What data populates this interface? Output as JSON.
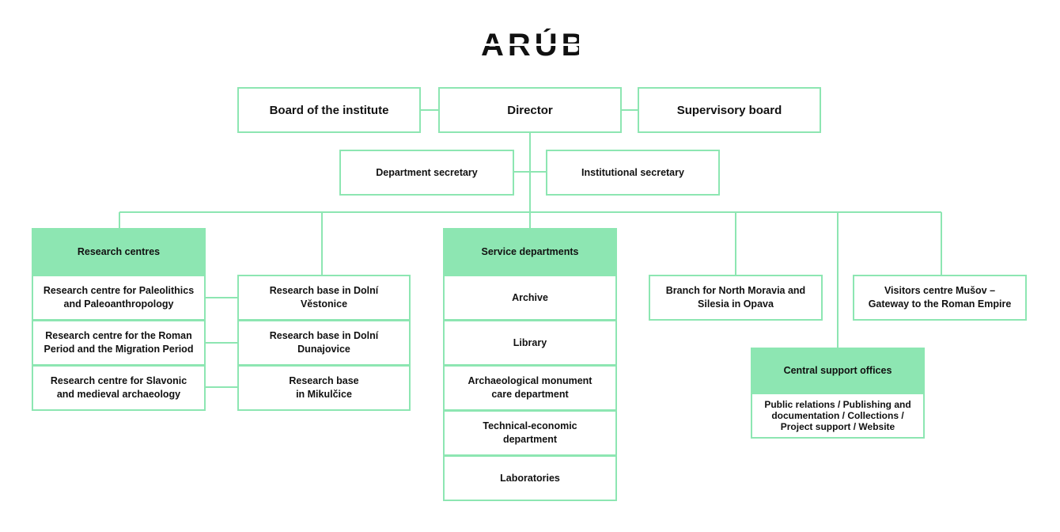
{
  "logo": {
    "text": "ARÚB"
  },
  "top_row": {
    "board": "Board of the institute",
    "director": "Director",
    "supervisory": "Supervisory board"
  },
  "secretaries": {
    "department": "Department secretary",
    "institutional": "Institutional secretary"
  },
  "research_centres": {
    "title": "Research centres",
    "items": [
      "Research centre for Paleolithics\nand Paleoanthropology",
      "Research centre for the Roman\nPeriod and the Migration Period",
      "Research centre for Slavonic\nand medieval archaeology"
    ]
  },
  "research_bases": {
    "items": [
      "Research base in Dolní\nVěstonice",
      "Research base in Dolní\nDunajovice",
      "Research base\nin Mikulčice"
    ]
  },
  "service_departments": {
    "title": "Service departments",
    "items": [
      "Archive",
      "Library",
      "Archaeological monument\ncare department",
      "Technical-economic\ndepartment",
      "Laboratories"
    ]
  },
  "branch": "Branch for North Moravia and\nSilesia in Opava",
  "visitors": "Visitors centre Mušov –\nGateway to the Roman Empire",
  "central_support": {
    "title": "Central support offices",
    "details": "Public relations / Publishing and\ndocumentation / Collections /\nProject support / Website"
  },
  "colors": {
    "accent": "#8de6b2",
    "text": "#111111"
  }
}
